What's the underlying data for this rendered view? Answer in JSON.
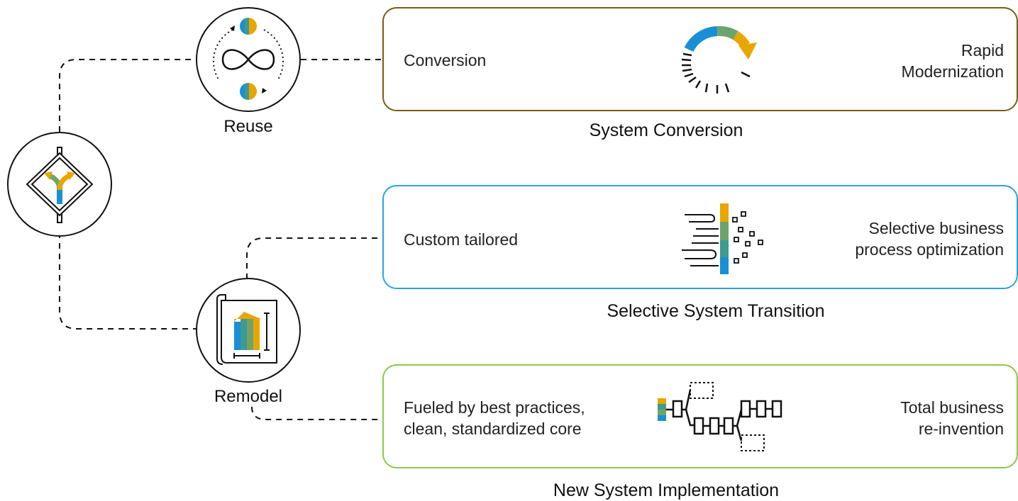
{
  "nodes": {
    "reuse": {
      "label": "Reuse"
    },
    "remodel": {
      "label": "Remodel"
    }
  },
  "cards": [
    {
      "id": "system-conversion",
      "left_text": "Conversion",
      "right_text_lines": [
        "Rapid",
        "Modernization"
      ],
      "title": "System Conversion",
      "border_color": "#7a5c12",
      "icon": "circular-arrow-icon"
    },
    {
      "id": "selective-system-transition",
      "left_text": "Custom tailored",
      "right_text_lines": [
        "Selective business",
        "process optimization"
      ],
      "title": "Selective System Transition",
      "border_color": "#29a3e0",
      "icon": "data-stream-icon"
    },
    {
      "id": "new-system-implementation",
      "left_text_lines": [
        "Fueled by best practices,",
        "clean, standardized core"
      ],
      "right_text_lines": [
        "Total business",
        "re-invention"
      ],
      "title": "New System Implementation",
      "border_color": "#8cc84b",
      "icon": "process-chain-icon"
    }
  ],
  "colors": {
    "blue": "#1a8fd6",
    "teal": "#3f9a8f",
    "green": "#6ea46c",
    "gold": "#e8a600",
    "line": "#111111"
  }
}
